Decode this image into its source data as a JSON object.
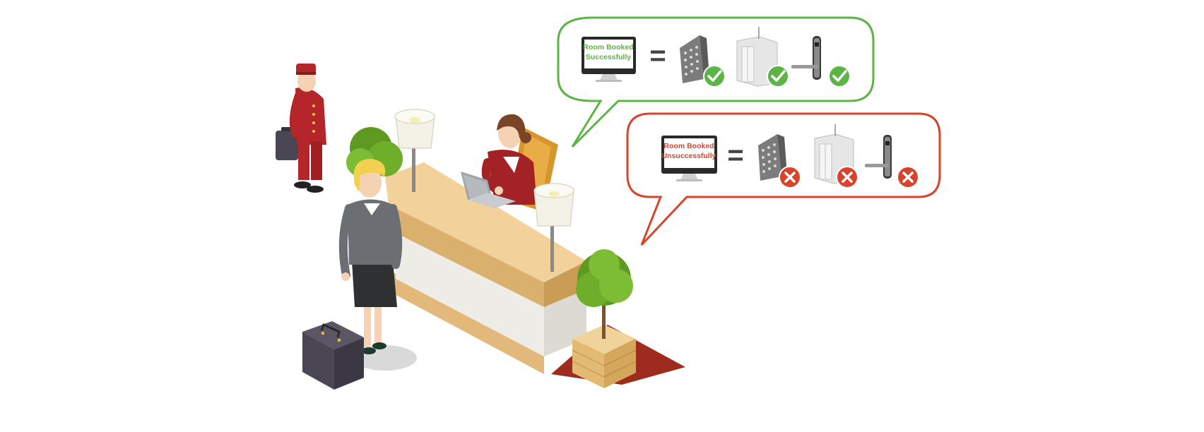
{
  "success_bubble": {
    "monitor_line1": "Room Booked",
    "monitor_line2": "Successfully",
    "equals": "=",
    "status_icon": "checkmark-icon",
    "accent": "#5cb346",
    "devices": [
      "keypad-icon",
      "elevator-icon",
      "door-handle-icon"
    ]
  },
  "failure_bubble": {
    "monitor_line1": "Room Booked",
    "monitor_line2": "Unsuccessfully",
    "equals": "=",
    "status_icon": "cross-icon",
    "accent": "#d8432c",
    "devices": [
      "keypad-icon",
      "elevator-icon",
      "door-handle-icon"
    ]
  },
  "colors": {
    "bellhop": "#b4262a",
    "desk_top": "#f2d29a",
    "desk_front": "#eeece6",
    "carpet": "#9e2c1e",
    "plant": "#6fae2a",
    "suitcase": "#4a4654"
  }
}
